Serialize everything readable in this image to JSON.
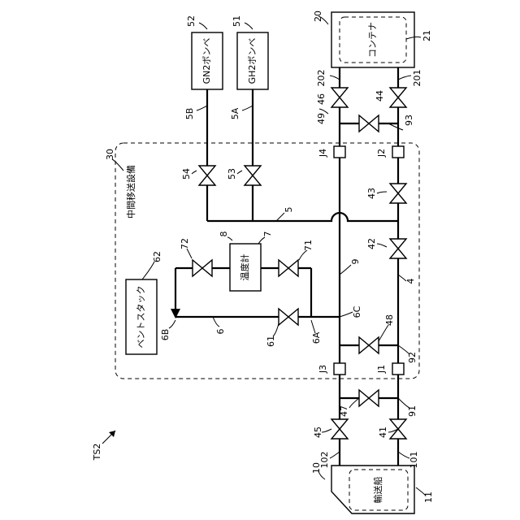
{
  "figure_label": "TS2",
  "boxes": {
    "container": "コンテナ",
    "ship": "輸送船",
    "gn2": "GN2ボンベ",
    "gh2": "GH2ボンベ",
    "thermometer": "温度計",
    "vent": "ベントスタック",
    "facility": "中間移送設備"
  },
  "refs": {
    "r10": "10",
    "r11": "11",
    "r20": "20",
    "r21": "21",
    "r30": "30",
    "r51": "51",
    "r52": "52",
    "r62": "62",
    "r5A": "5A",
    "r5B": "5B",
    "r5": "5",
    "r202": "202",
    "r201": "201",
    "r46": "46",
    "r44": "44",
    "r49": "49",
    "r93": "93",
    "r54": "54",
    "r53": "53",
    "r43": "43",
    "r42": "42",
    "r72": "72",
    "r8": "8",
    "r7": "7",
    "r71": "71",
    "r9": "9",
    "r4": "4",
    "r6B": "6B",
    "r6": "6",
    "r61": "61",
    "r6A": "6A",
    "r6C": "6C",
    "r48": "48",
    "r92": "92",
    "r47": "47",
    "r91": "91",
    "r45": "45",
    "r41": "41",
    "r102": "102",
    "r101": "101"
  },
  "junctions": {
    "J1": "J1",
    "J2": "J2",
    "J3": "J3",
    "J4": "J4"
  }
}
